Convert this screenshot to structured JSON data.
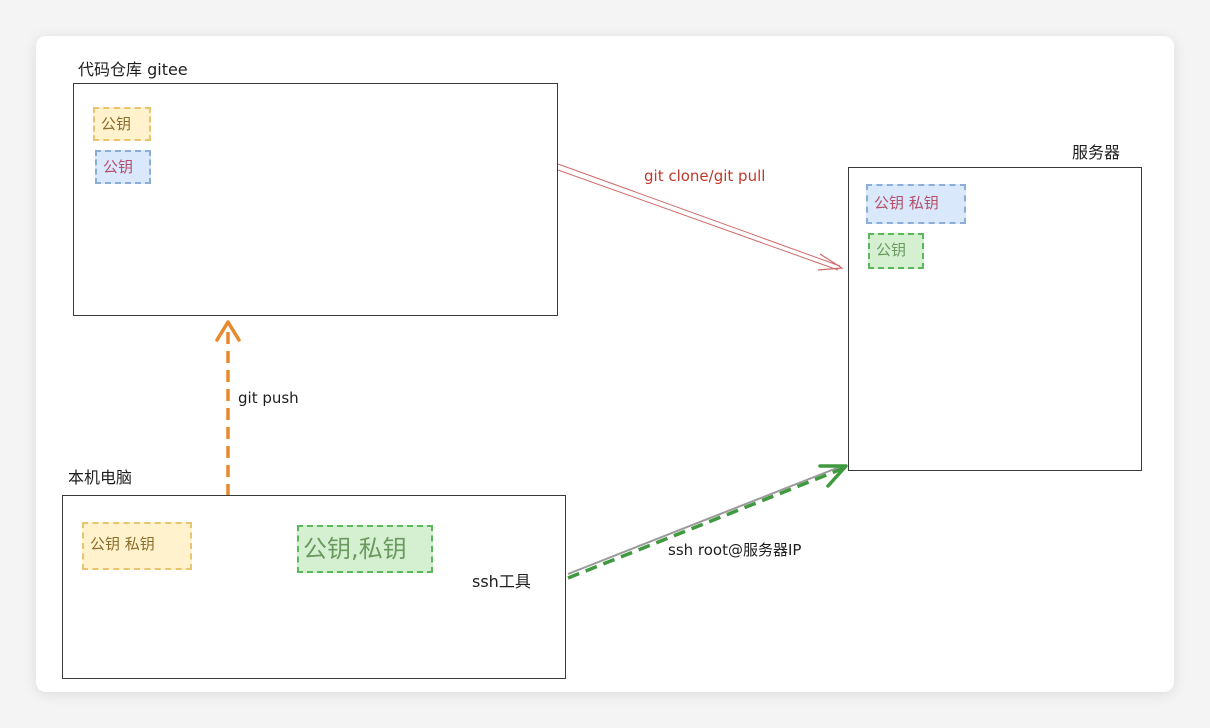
{
  "nodes": {
    "repo": {
      "title": "代码仓库 gitee",
      "chips": [
        "公钥",
        "公钥"
      ]
    },
    "server": {
      "title": "服务器",
      "chips": [
        "公钥   私钥",
        "公钥"
      ]
    },
    "local": {
      "title": "本机电脑",
      "chips": [
        "公钥   私钥",
        "公钥,私钥"
      ],
      "tool_label": "ssh工具"
    }
  },
  "edges": {
    "push": {
      "label": "git push",
      "color": "#e8892e"
    },
    "clone": {
      "label": "git clone/git pull",
      "color": "#c0392b"
    },
    "ssh": {
      "label": "ssh root@服务器IP",
      "color": "#3f9a3f"
    }
  },
  "colors": {
    "repo_public_key": "#fff2cc",
    "repo_deploy_key": "#dae8fc",
    "server_keys": "#dae8fc",
    "server_public_key": "#d5f0d0",
    "local_keys": "#fff2cc",
    "local_ssh_keys": "#d5f0d0"
  }
}
